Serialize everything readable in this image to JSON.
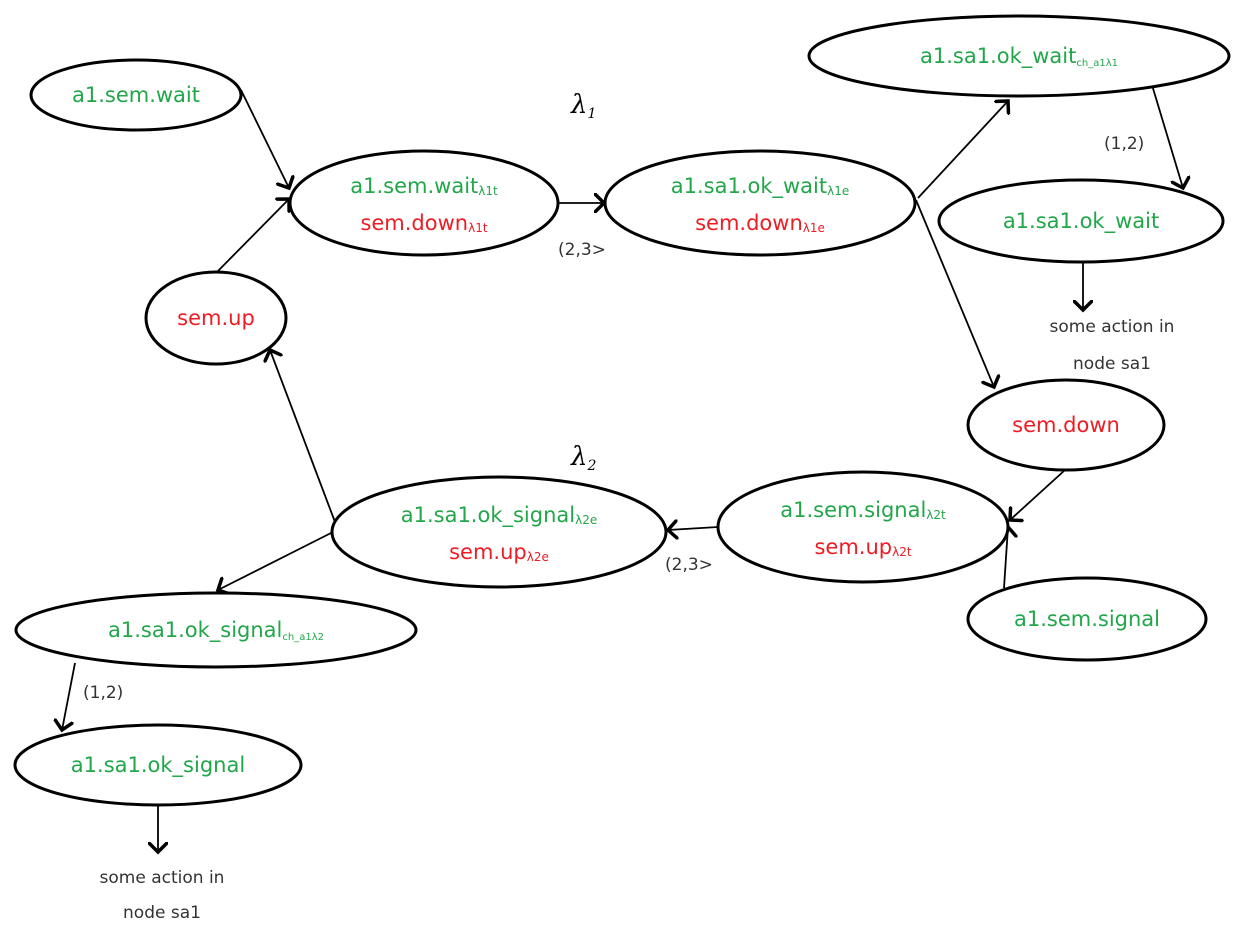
{
  "colors": {
    "green": "#22a64a",
    "red": "#ee1c24",
    "line": "#000000",
    "note": "#333333"
  },
  "lambda": {
    "l1_main": "λ",
    "l1_sub": "1",
    "l2_main": "λ",
    "l2_sub": "2"
  },
  "nodes": {
    "a1_sem_wait": {
      "text": "a1.sem.wait"
    },
    "wait_l1t": {
      "line1_main": "a1.sem.wait",
      "line1_sub": "λ1t",
      "line2_main": "sem.down",
      "line2_sub": "λ1t"
    },
    "ok_wait_l1e": {
      "line1_main": "a1.sa1.ok_wait",
      "line1_sub": "λ1e",
      "line2_main": "sem.down",
      "line2_sub": "λ1e"
    },
    "ok_wait_ch": {
      "main": "a1.sa1.ok_wait",
      "sub": "ch_a1λ1"
    },
    "ok_wait": {
      "text": "a1.sa1.ok_wait"
    },
    "sem_up": {
      "text": "sem.up"
    },
    "sem_down": {
      "text": "sem.down"
    },
    "signal_l2t": {
      "line1_main": "a1.sem.signal",
      "line1_sub": "λ2t",
      "line2_main": "sem.up",
      "line2_sub": "λ2t"
    },
    "ok_signal_l2e": {
      "line1_main": "a1.sa1.ok_signal",
      "line1_sub": "λ2e",
      "line2_main": "sem.up",
      "line2_sub": "λ2e"
    },
    "a1_sem_signal": {
      "text": "a1.sem.signal"
    },
    "ok_signal_ch": {
      "main": "a1.sa1.ok_signal",
      "sub": "ch_a1λ2"
    },
    "ok_signal": {
      "text": "a1.sa1.ok_signal"
    }
  },
  "edge_labels": {
    "top_interval": "(2,3>",
    "bottom_interval": "(2,3>",
    "right_12": "(1,2)",
    "left_12": "(1,2)"
  },
  "notes": {
    "right_line1": "some action in",
    "right_line2": "node sa1",
    "left_line1": "some action in",
    "left_line2": "node sa1"
  }
}
